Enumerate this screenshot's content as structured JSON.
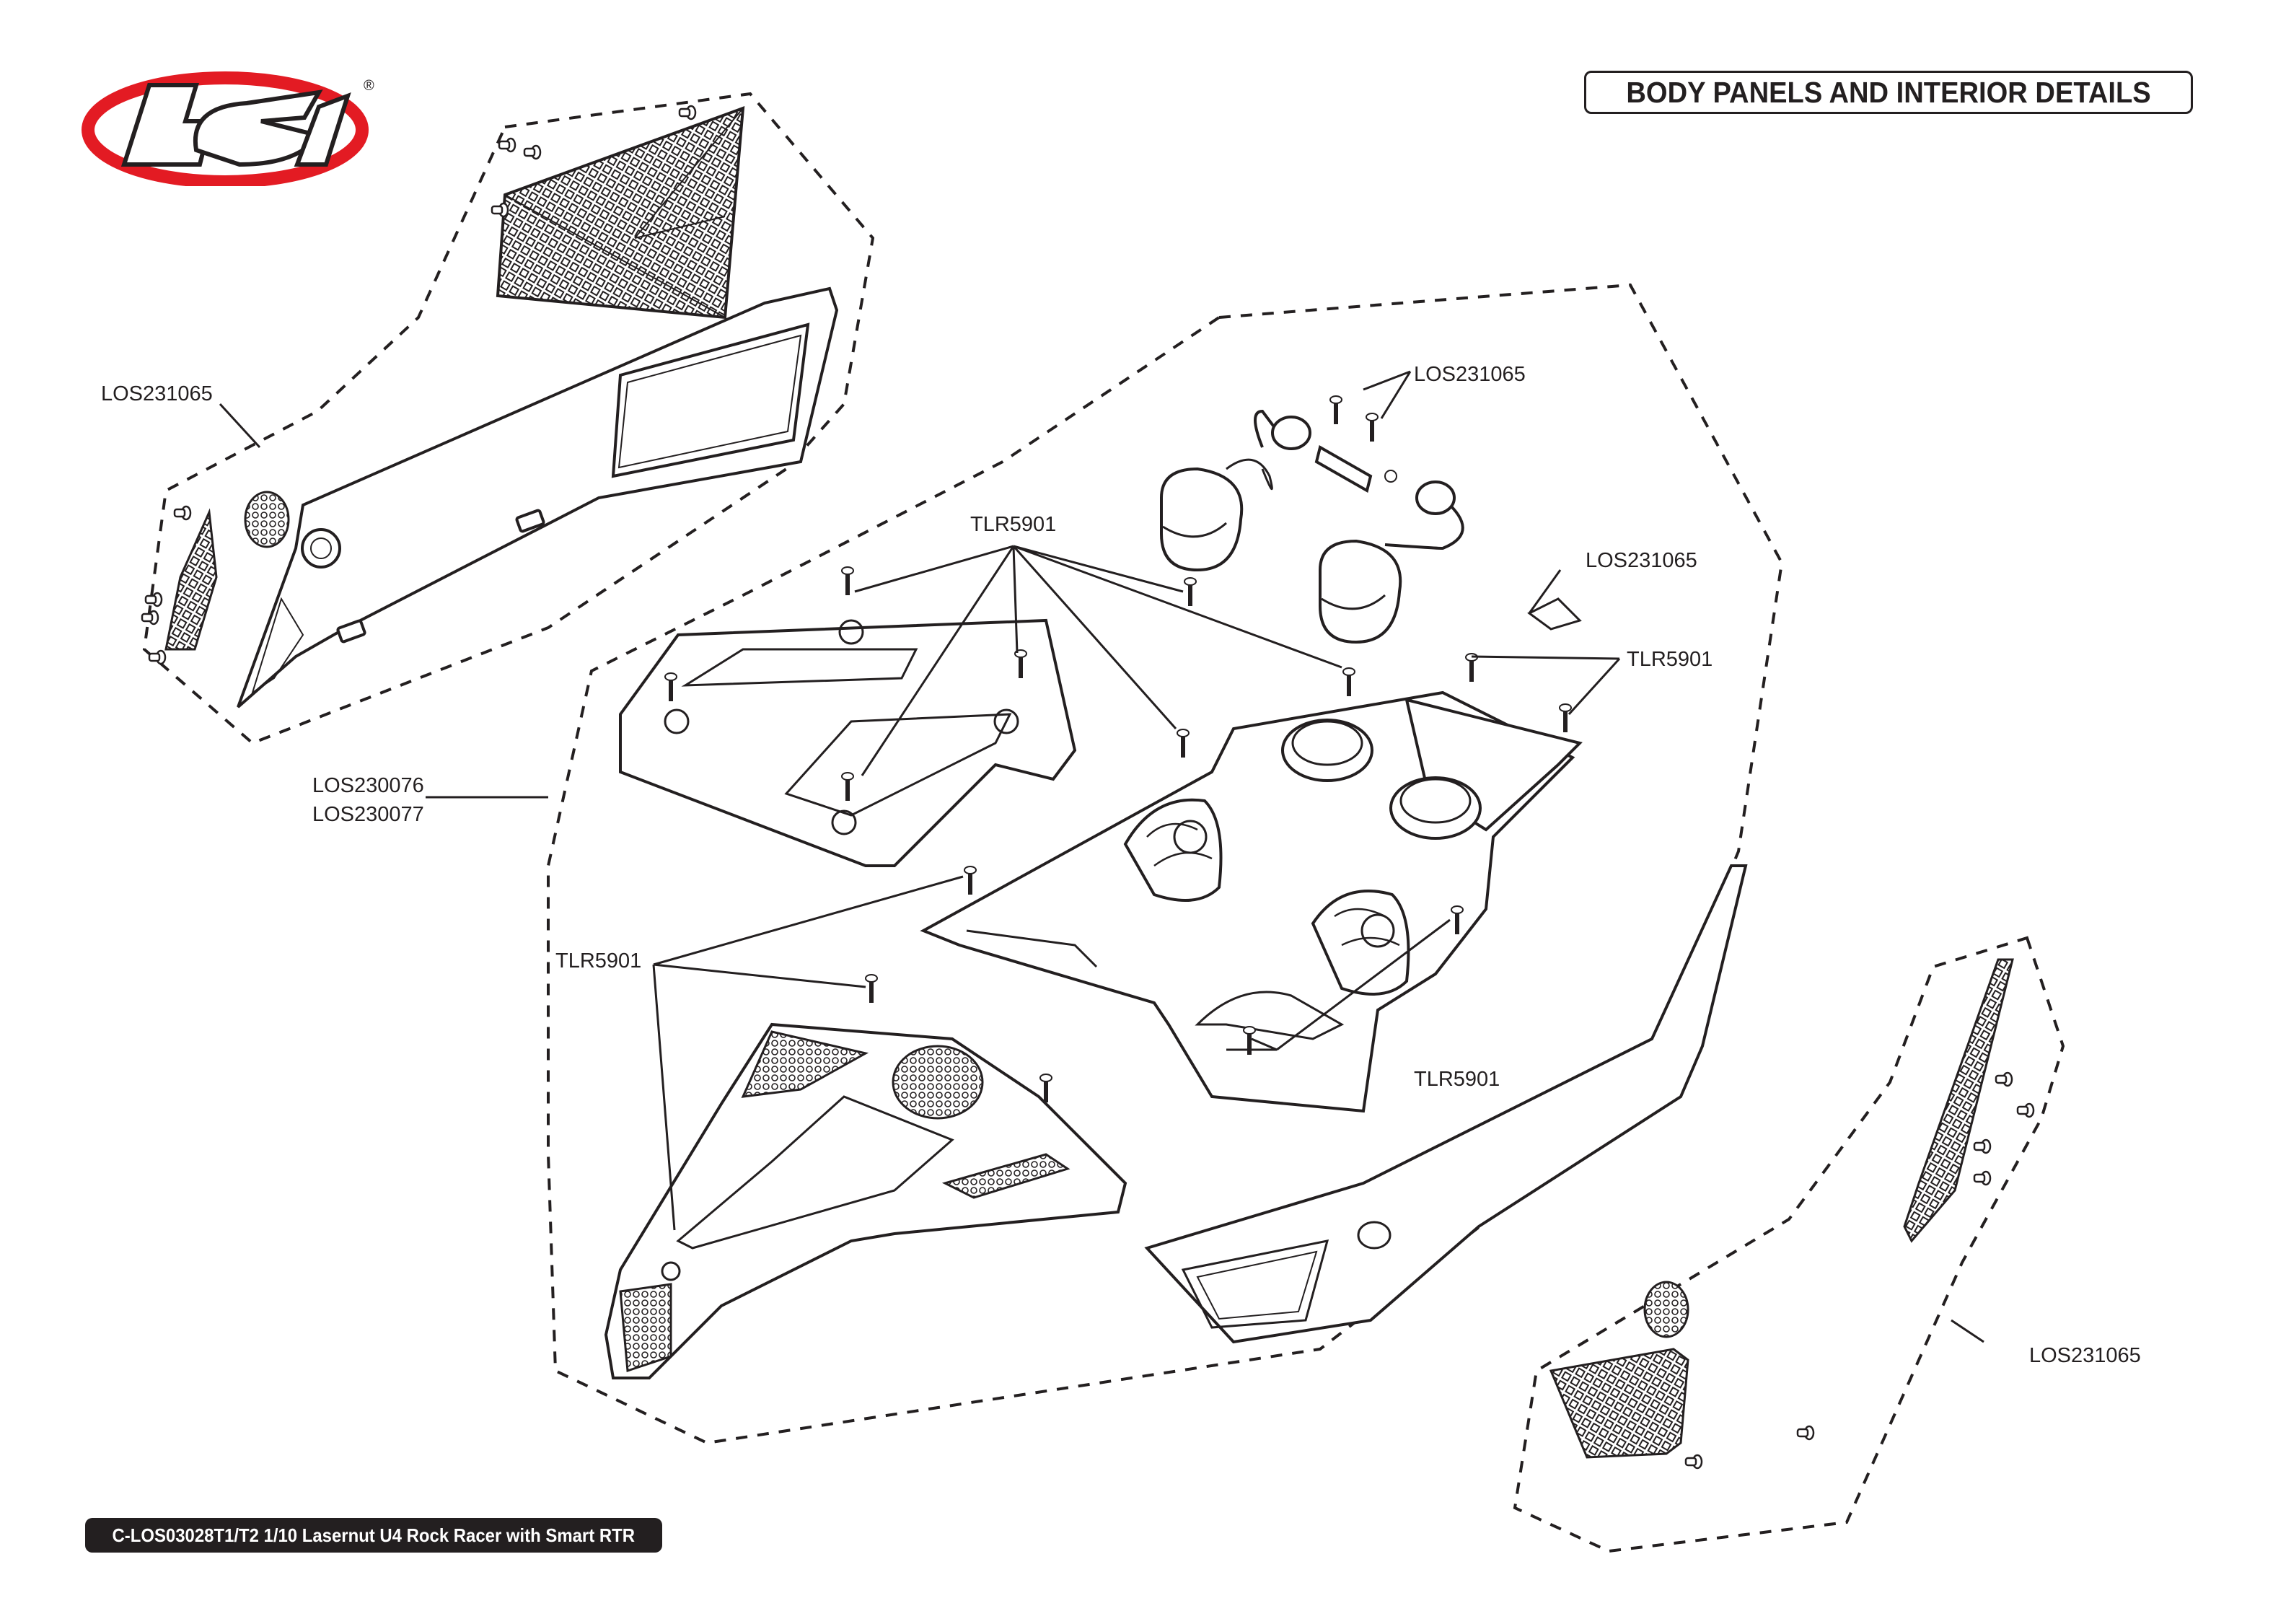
{
  "header": {
    "title": "BODY PANELS AND INTERIOR DETAILS"
  },
  "footer": {
    "model_label": "C-LOS03028T1/T2 1/10 Lasernut U4 Rock Racer with Smart RTR"
  },
  "brand": {
    "logo_text": "LOSi",
    "registered_mark": "®",
    "logo_colors": {
      "ring": "#e31b23",
      "outline": "#231f20",
      "letters": "#ffffff",
      "shadow": "#9a9a9a"
    }
  },
  "callouts": [
    {
      "id": "left-side-panel",
      "part_numbers": [
        "LOS231065"
      ]
    },
    {
      "id": "driver-screws",
      "part_numbers": [
        "LOS231065"
      ]
    },
    {
      "id": "rear-fender-small-part",
      "part_numbers": [
        "LOS231065"
      ]
    },
    {
      "id": "top-cover-screws",
      "part_numbers": [
        "TLR5901"
      ]
    },
    {
      "id": "rear-tray-screws",
      "part_numbers": [
        "TLR5901"
      ]
    },
    {
      "id": "interior-body",
      "part_numbers": [
        "LOS230076",
        "LOS230077"
      ]
    },
    {
      "id": "hood-screws",
      "part_numbers": [
        "TLR5901"
      ]
    },
    {
      "id": "interior-screws",
      "part_numbers": [
        "TLR5901"
      ]
    },
    {
      "id": "right-side-panel",
      "part_numbers": [
        "LOS231065"
      ]
    }
  ],
  "colors": {
    "ink": "#231f20",
    "background": "#ffffff",
    "footer_bg": "#231f20",
    "footer_text": "#ffffff"
  }
}
